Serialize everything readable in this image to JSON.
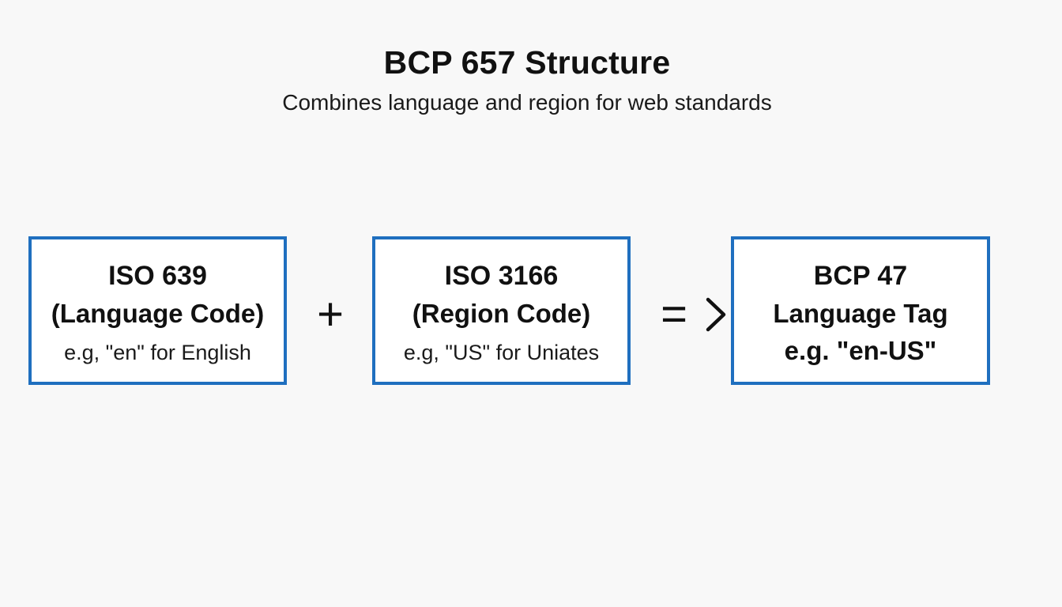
{
  "header": {
    "title": "BCP 657 Structure",
    "subtitle": "Combines language and region for web standards"
  },
  "boxes": [
    {
      "title": "ISO 639",
      "subtitle": "(Language Code)",
      "example": "e.g, \"en\" for English"
    },
    {
      "title": "ISO 3166",
      "subtitle": "(Region Code)",
      "example": "e.g, \"US\" for Uniates"
    },
    {
      "title": "BCP 47",
      "subtitle": "Language Tag",
      "example": "e.g. \"en-US\""
    }
  ],
  "operators": {
    "plus": "+",
    "equals": "="
  },
  "icons": {
    "arrow": "chevron-right-icon"
  },
  "colors": {
    "box_border": "#1f6fbf",
    "background": "#f8f8f8",
    "text": "#111111"
  }
}
